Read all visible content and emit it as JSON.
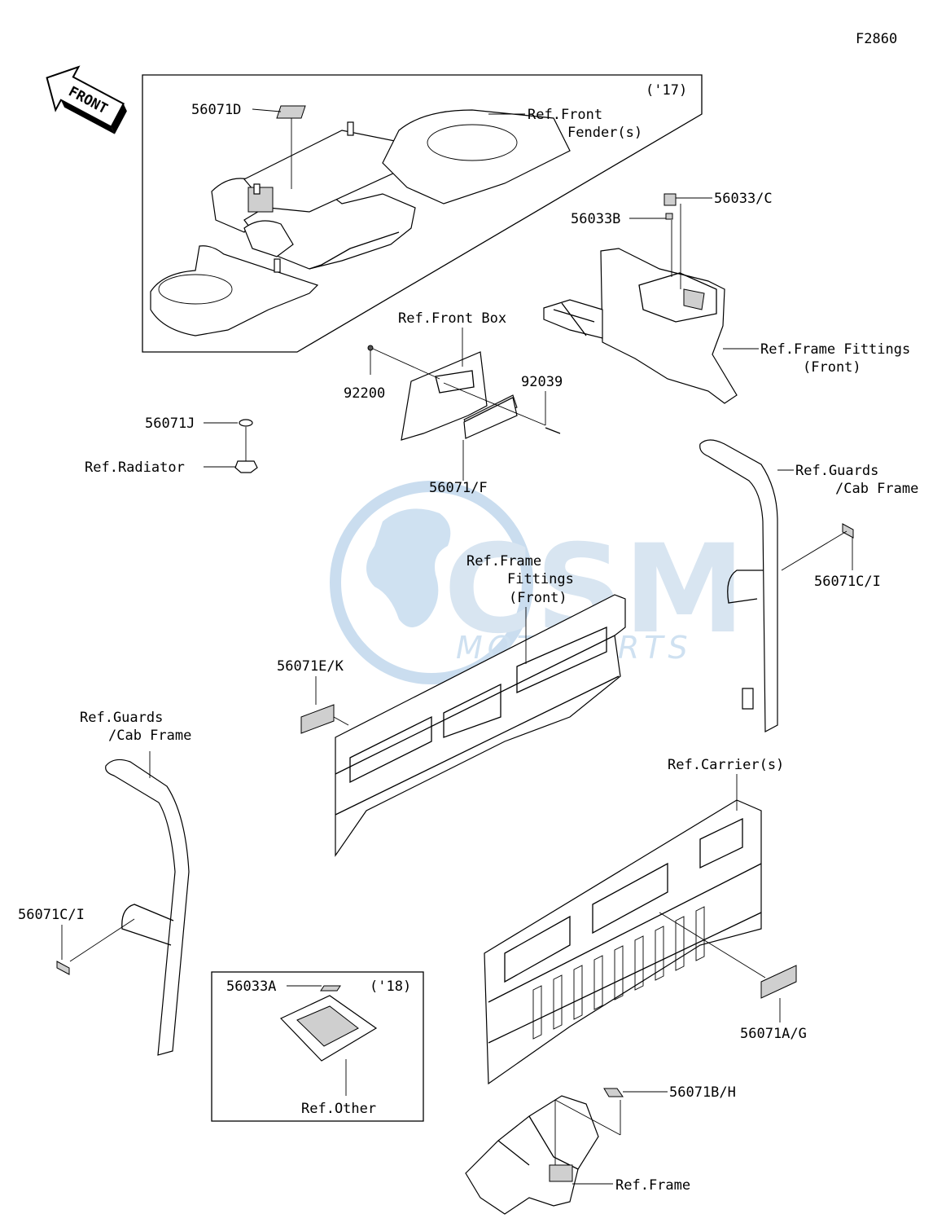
{
  "diagram_code": "F2860",
  "front_arrow": "FRONT",
  "watermark": {
    "logo": "CSM",
    "text": "MOTOPARTS"
  },
  "boxes": {
    "box17": "('17)",
    "box18": "('18)"
  },
  "labels": {
    "l_56071D": "56071D",
    "l_ref_front_fender_1": "Ref.Front",
    "l_ref_front_fender_2": "Fender(s)",
    "l_56033C": "56033/C",
    "l_56033B": "56033B",
    "l_ref_frame_fittings_a1": "Ref.Frame Fittings",
    "l_ref_frame_fittings_a2": "(Front)",
    "l_ref_front_box": "Ref.Front Box",
    "l_92200": "92200",
    "l_92039": "92039",
    "l_56071F": "56071/F",
    "l_56071J": "56071J",
    "l_ref_radiator": "Ref.Radiator",
    "l_ref_guards_r1": "Ref.Guards",
    "l_ref_guards_r2": "/Cab Frame",
    "l_56071CI_r": "56071C/I",
    "l_ref_frame_fittings_b1": "Ref.Frame",
    "l_ref_frame_fittings_b2": "Fittings",
    "l_ref_frame_fittings_b3": "(Front)",
    "l_56071EK": "56071E/K",
    "l_ref_guards_l1": "Ref.Guards",
    "l_ref_guards_l2": "/Cab Frame",
    "l_ref_carriers": "Ref.Carrier(s)",
    "l_56071CI_l": "56071C/I",
    "l_56033A": "56033A",
    "l_ref_other": "Ref.Other",
    "l_56071AG": "56071A/G",
    "l_56071BH": "56071B/H",
    "l_ref_frame": "Ref.Frame"
  }
}
